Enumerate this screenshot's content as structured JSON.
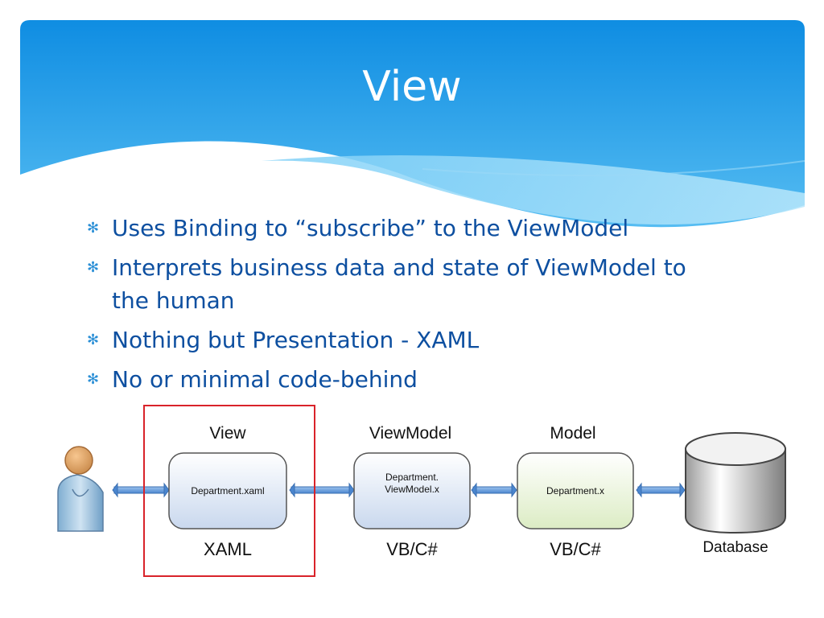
{
  "slide": {
    "title": "View"
  },
  "bullets": [
    "Uses Binding to “subscribe” to the ViewModel",
    "Interprets business data and state of ViewModel to the human",
    "Nothing but Presentation - XAML",
    "No or minimal code-behind"
  ],
  "diagram": {
    "layers": [
      {
        "title": "View",
        "box": "Department.xaml",
        "tech": "XAML",
        "color": "#dde7f5"
      },
      {
        "title": "ViewModel",
        "box_line1": "Department.",
        "box_line2": "ViewModel.x",
        "tech": "VB/C#",
        "color": "#dde7f5"
      },
      {
        "title": "Model",
        "box": "Department.x",
        "tech": "VB/C#",
        "color": "#e6f2d4"
      }
    ],
    "database": {
      "label": "Database"
    },
    "highlight_color": "#d9232a"
  }
}
